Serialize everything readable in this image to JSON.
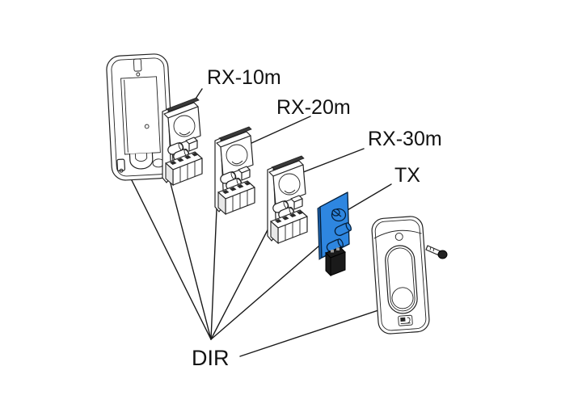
{
  "diagram": {
    "type": "exploded-parts-diagram",
    "background_color": "#ffffff",
    "line_color": "#1a1a1a",
    "tx_board_color": "#2e86e0",
    "tx_board_edge_color": "#1c5fa8",
    "labels": {
      "rx10": "RX-10m",
      "rx20": "RX-20m",
      "rx30": "RX-30m",
      "tx": "TX",
      "dir": "DIR"
    },
    "parts": {
      "back_cover": "photocell-back-cover",
      "rx_boards": [
        "rx-10m-receiver-board",
        "rx-20m-receiver-board",
        "rx-30m-receiver-board"
      ],
      "tx_board": "tx-transmitter-board",
      "front_cover": "photocell-front-cover",
      "screw": "fixing-screw"
    }
  }
}
